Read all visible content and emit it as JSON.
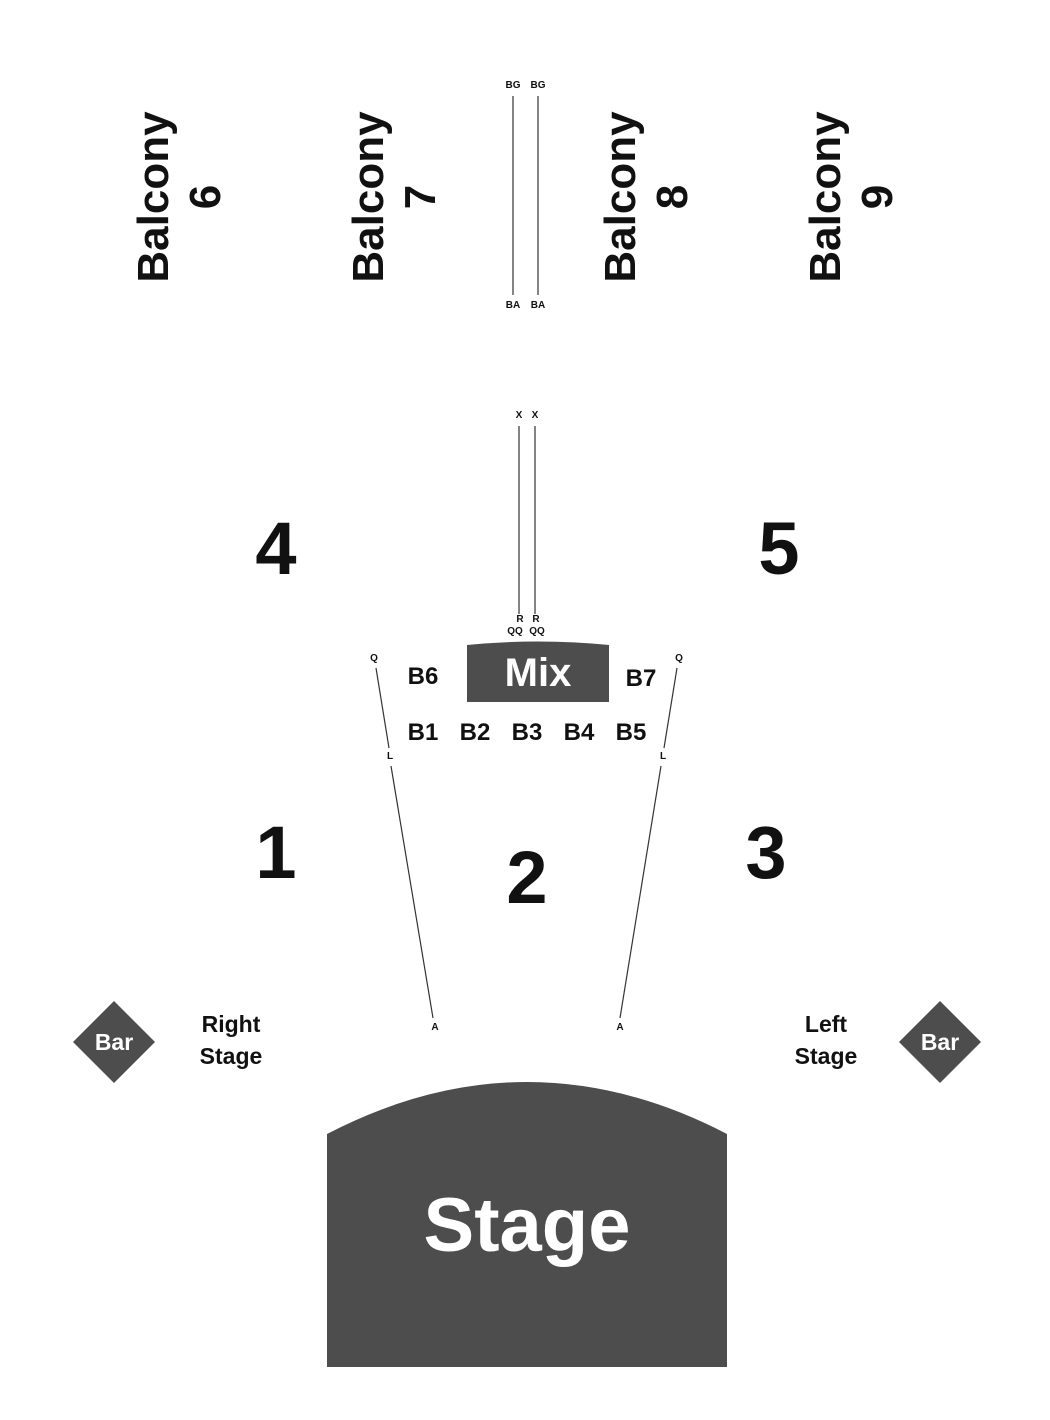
{
  "colors": {
    "fill": "#4d4d4d",
    "text": "#111111",
    "line": "#333333",
    "inverse": "#ffffff"
  },
  "balconies": [
    {
      "word": "Balcony",
      "number": "6"
    },
    {
      "word": "Balcony",
      "number": "7"
    },
    {
      "word": "Balcony",
      "number": "8"
    },
    {
      "word": "Balcony",
      "number": "9"
    }
  ],
  "aisles": {
    "balcony_top": [
      "BG",
      "BG"
    ],
    "balcony_bottom": [
      "BA",
      "BA"
    ],
    "upper_top": [
      "X",
      "X"
    ],
    "upper_bottom_r": [
      "R",
      "R"
    ],
    "upper_bottom_qq": [
      "QQ",
      "QQ"
    ],
    "side_top": [
      "Q",
      "Q"
    ],
    "side_mid": [
      "L",
      "L"
    ],
    "side_bottom": [
      "A",
      "A"
    ]
  },
  "sections": {
    "s1": "1",
    "s2": "2",
    "s3": "3",
    "s4": "4",
    "s5": "5"
  },
  "boxes": [
    "B1",
    "B2",
    "B3",
    "B4",
    "B5",
    "B6",
    "B7"
  ],
  "mix": "Mix",
  "stage": "Stage",
  "right_stage": [
    "Right",
    "Stage"
  ],
  "left_stage": [
    "Left",
    "Stage"
  ],
  "bar": "Bar"
}
